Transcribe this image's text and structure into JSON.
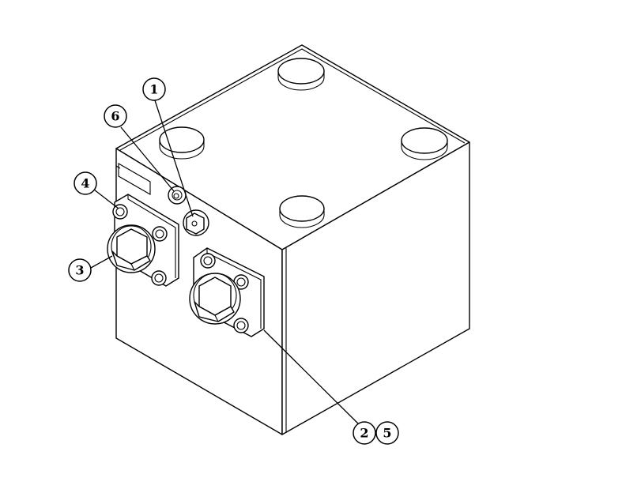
{
  "callouts": [
    {
      "id": "1",
      "label": "1"
    },
    {
      "id": "6",
      "label": "6"
    },
    {
      "id": "4",
      "label": "4"
    },
    {
      "id": "3",
      "label": "3"
    },
    {
      "id": "2",
      "label": "2"
    },
    {
      "id": "5",
      "label": "5"
    }
  ],
  "colors": {
    "ink": "#000000",
    "paper": "#ffffff"
  }
}
